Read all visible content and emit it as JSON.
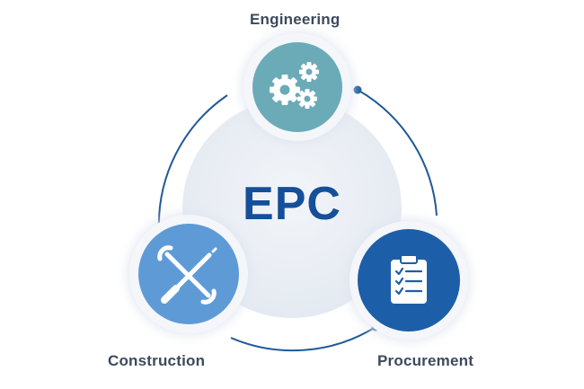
{
  "center": {
    "title": "EPC"
  },
  "nodes": {
    "engineering": {
      "label": "Engineering",
      "icon": "gears-icon",
      "color": "#6aabb7"
    },
    "procurement": {
      "label": "Procurement",
      "icon": "clipboard-checklist-icon",
      "color": "#1d5ea8"
    },
    "construction": {
      "label": "Construction",
      "icon": "wrench-screwdriver-icon",
      "color": "#5e9bd6"
    }
  },
  "colors": {
    "center_fill": "#e9eef5",
    "cycle_line": "#1f5a96",
    "title_text": "#154f9a",
    "label_text": "#3c4a5c"
  }
}
